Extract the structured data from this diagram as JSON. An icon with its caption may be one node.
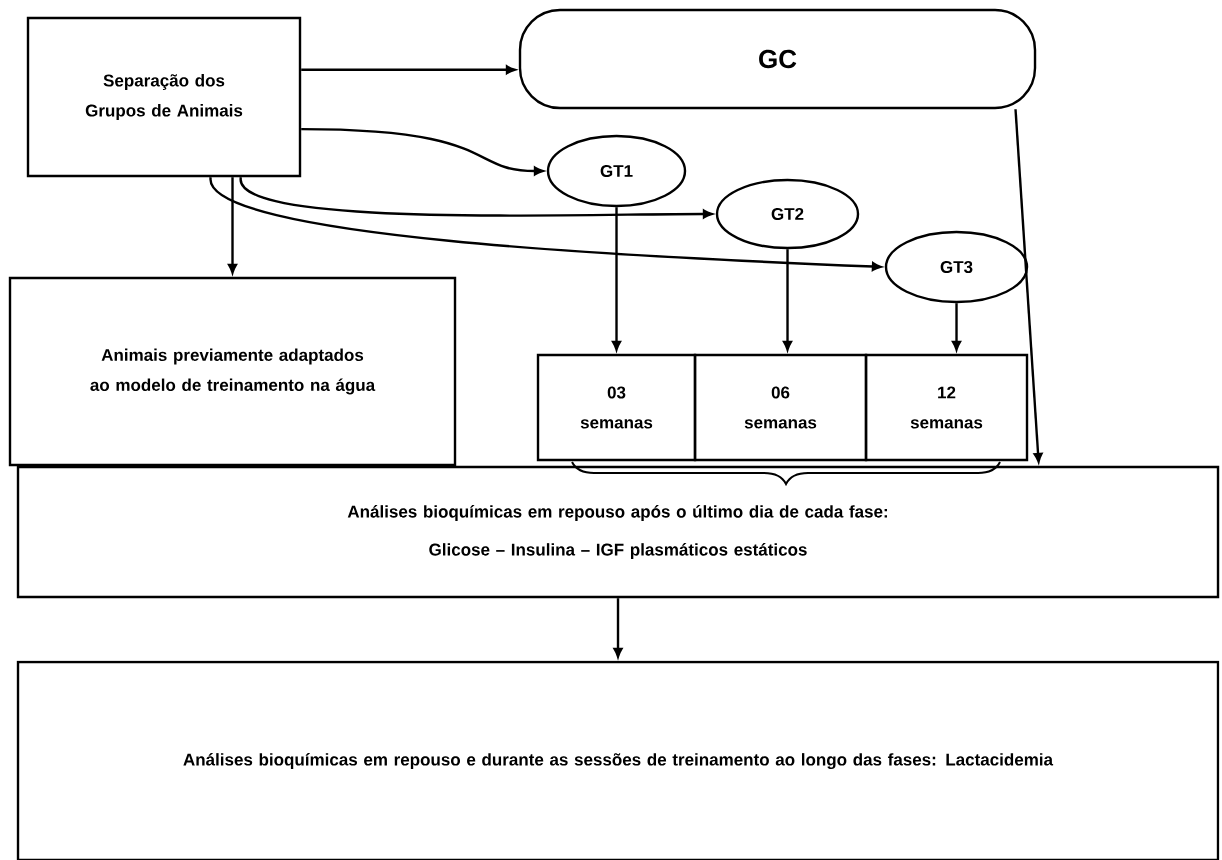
{
  "diagram": {
    "nodes": [
      {
        "text": [
          "Separação dos Grupos de Animais"
        ]
      },
      {
        "text": [
          "GC"
        ]
      },
      {
        "text": [
          "GT1"
        ]
      },
      {
        "text": [
          "GT2"
        ]
      },
      {
        "text": [
          "GT3"
        ]
      },
      {
        "text": [
          "Animais previamente adaptados ao modelo de treinamento na água"
        ]
      },
      {
        "text": [
          "03 semanas"
        ]
      },
      {
        "text": [
          "06 semanas"
        ]
      },
      {
        "text": [
          "12 semanas"
        ]
      },
      {
        "text": [
          "Análises bioquímicas em repouso após o último dia de cada fase:",
          "Glicose – Insulina – IGF plasmáticos estáticos"
        ]
      },
      {
        "text": [
          "Análises bioquímicas em repouso e durante as sessões de treinamento ao longo das fases: Lactacidemia"
        ]
      }
    ],
    "edges": [
      {
        "from": 0,
        "to": 1,
        "arrow": "to"
      },
      {
        "from": 0,
        "to": 2,
        "arrow": "to"
      },
      {
        "from": 0,
        "to": 3,
        "arrow": "to"
      },
      {
        "from": 0,
        "to": 4,
        "arrow": "to"
      },
      {
        "from": 0,
        "to": 5,
        "arrow": "to"
      },
      {
        "from": 2,
        "to": 6,
        "arrow": "to"
      },
      {
        "from": 3,
        "to": 7,
        "arrow": "to"
      },
      {
        "from": 4,
        "to": 8,
        "arrow": "to"
      },
      {
        "from": 1,
        "to": 9,
        "arrow": "to"
      },
      {
        "from": 9,
        "to": 10,
        "arrow": "to"
      }
    ]
  }
}
